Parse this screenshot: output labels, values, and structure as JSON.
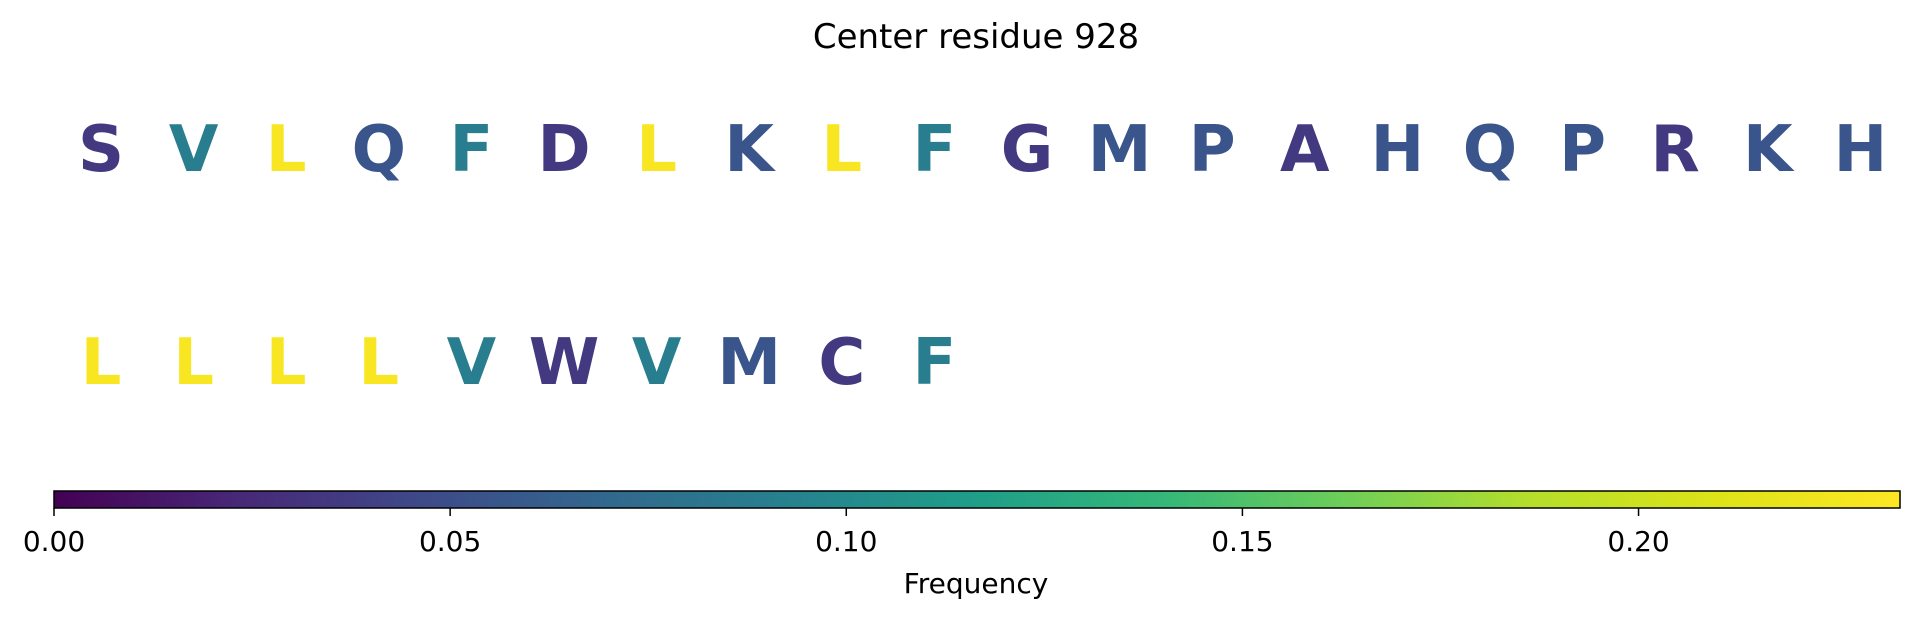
{
  "chart_data": {
    "type": "heatmap",
    "title": "Center residue 928",
    "rows": [
      {
        "residues": [
          "S",
          "V",
          "L",
          "Q",
          "F",
          "D",
          "L",
          "K",
          "L",
          "F",
          "G",
          "M",
          "P",
          "A",
          "H",
          "Q",
          "P",
          "R",
          "K",
          "H"
        ],
        "frequencies": [
          0.035,
          0.09,
          0.23,
          0.055,
          0.09,
          0.035,
          0.23,
          0.055,
          0.23,
          0.09,
          0.035,
          0.055,
          0.055,
          0.035,
          0.055,
          0.055,
          0.055,
          0.035,
          0.055,
          0.055
        ]
      },
      {
        "residues": [
          "L",
          "L",
          "L",
          "L",
          "V",
          "W",
          "V",
          "M",
          "C",
          "F"
        ],
        "frequencies": [
          0.23,
          0.23,
          0.23,
          0.23,
          0.09,
          0.035,
          0.09,
          0.055,
          0.035,
          0.09
        ]
      }
    ],
    "colorbar": {
      "label": "Frequency",
      "range": [
        0,
        0.233
      ],
      "ticks": [
        0.0,
        0.05,
        0.1,
        0.15,
        0.2
      ],
      "tick_labels": [
        "0.00",
        "0.05",
        "0.10",
        "0.15",
        "0.20"
      ],
      "colormap": "viridis"
    }
  }
}
